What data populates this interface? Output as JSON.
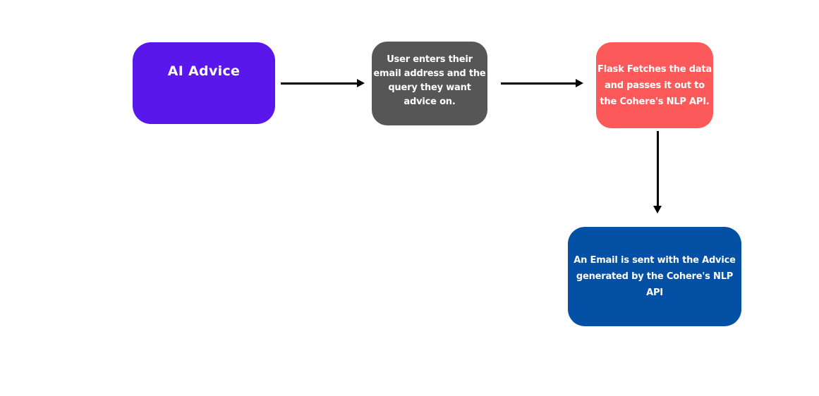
{
  "diagram": {
    "background_color": "#ffffff",
    "arrow_color": "#000000",
    "node_text_color": "#ffffff",
    "nodes": [
      {
        "id": "ai-advice",
        "label": "AI Advice",
        "lines": [
          "AI Advice"
        ],
        "color": "#5a17eb"
      },
      {
        "id": "user-input",
        "label": "User enters their email address and the query they want advice on.",
        "lines": [
          "User enters their",
          "email address and the",
          "query they want",
          "advice on."
        ],
        "color": "#565656"
      },
      {
        "id": "flask-fetch",
        "label": "Flask Fetches the data and passes it out to the Cohere's NLP API.",
        "lines": [
          "Flask Fetches the data",
          "and passes it out to",
          "the Cohere's NLP API."
        ],
        "color": "#fc5a5a"
      },
      {
        "id": "email-sent",
        "label": "An Email is sent with the Advice generated by the Cohere's NLP API",
        "lines": [
          "An Email is sent with the Advice",
          "generated by the Cohere's NLP",
          "API"
        ],
        "color": "#0450a5"
      }
    ],
    "edges": [
      {
        "from": "ai-advice",
        "to": "user-input",
        "direction": "right"
      },
      {
        "from": "user-input",
        "to": "flask-fetch",
        "direction": "right"
      },
      {
        "from": "flask-fetch",
        "to": "email-sent",
        "direction": "down"
      }
    ]
  }
}
